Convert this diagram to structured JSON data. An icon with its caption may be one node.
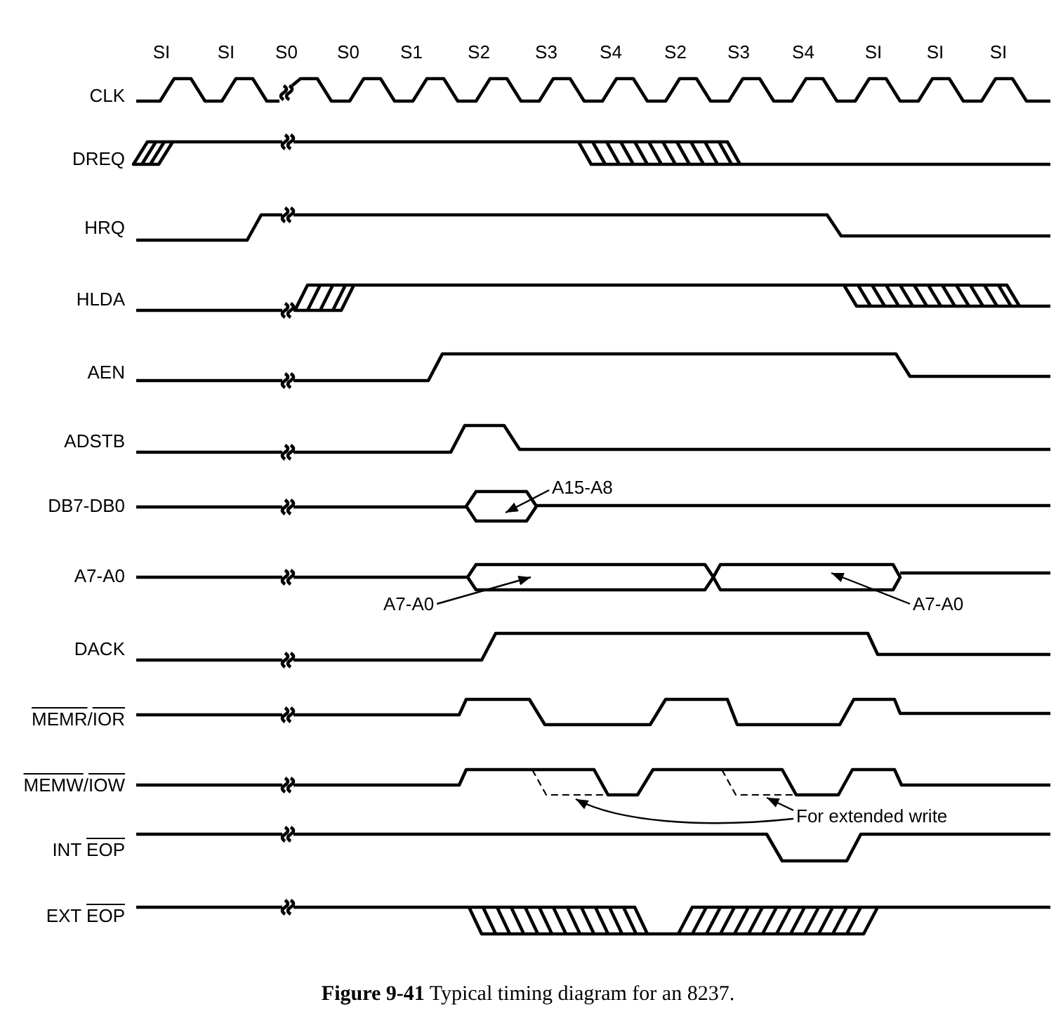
{
  "diagram": {
    "caption": "**Figure 9-41** Typical timing diagram for an 8237.",
    "nodes": [
      {
        "text": [
          "A15-A8"
        ]
      },
      {
        "text": [],
        "shape": "hexagon"
      },
      {
        "text": [],
        "shape": "hexagon"
      },
      {
        "text": [],
        "shape": "hexagon"
      },
      {
        "text": [
          "A7-A0"
        ]
      },
      {
        "text": [
          "A7-A0"
        ]
      },
      {
        "text": [],
        "shape": "line"
      },
      {
        "text": [],
        "shape": "line"
      },
      {
        "text": [
          "For extended write"
        ]
      }
    ],
    "edges": [
      {
        "from": 0,
        "to": 1,
        "arrow": "to"
      },
      {
        "from": 4,
        "to": 2,
        "arrow": "to"
      },
      {
        "from": 5,
        "to": 3,
        "arrow": "to"
      },
      {
        "from": 8,
        "to": 6,
        "arrow": "to"
      },
      {
        "from": 8,
        "to": 7,
        "arrow": "to"
      }
    ],
    "labels": [
      "SI",
      "SI",
      "S0",
      "S0",
      "S1",
      "S2",
      "S3",
      "S4",
      "S2",
      "S3",
      "S4",
      "SI",
      "SI",
      "SI",
      "CLK",
      "DREQ",
      "HRQ",
      "HLDA",
      "AEN",
      "ADSTB",
      "DB7-DB0",
      "A7-A0",
      "DACK",
      "MEMR/IOR",
      "MEMW/IOW",
      "INT EOP",
      "EXT EOP"
    ]
  }
}
